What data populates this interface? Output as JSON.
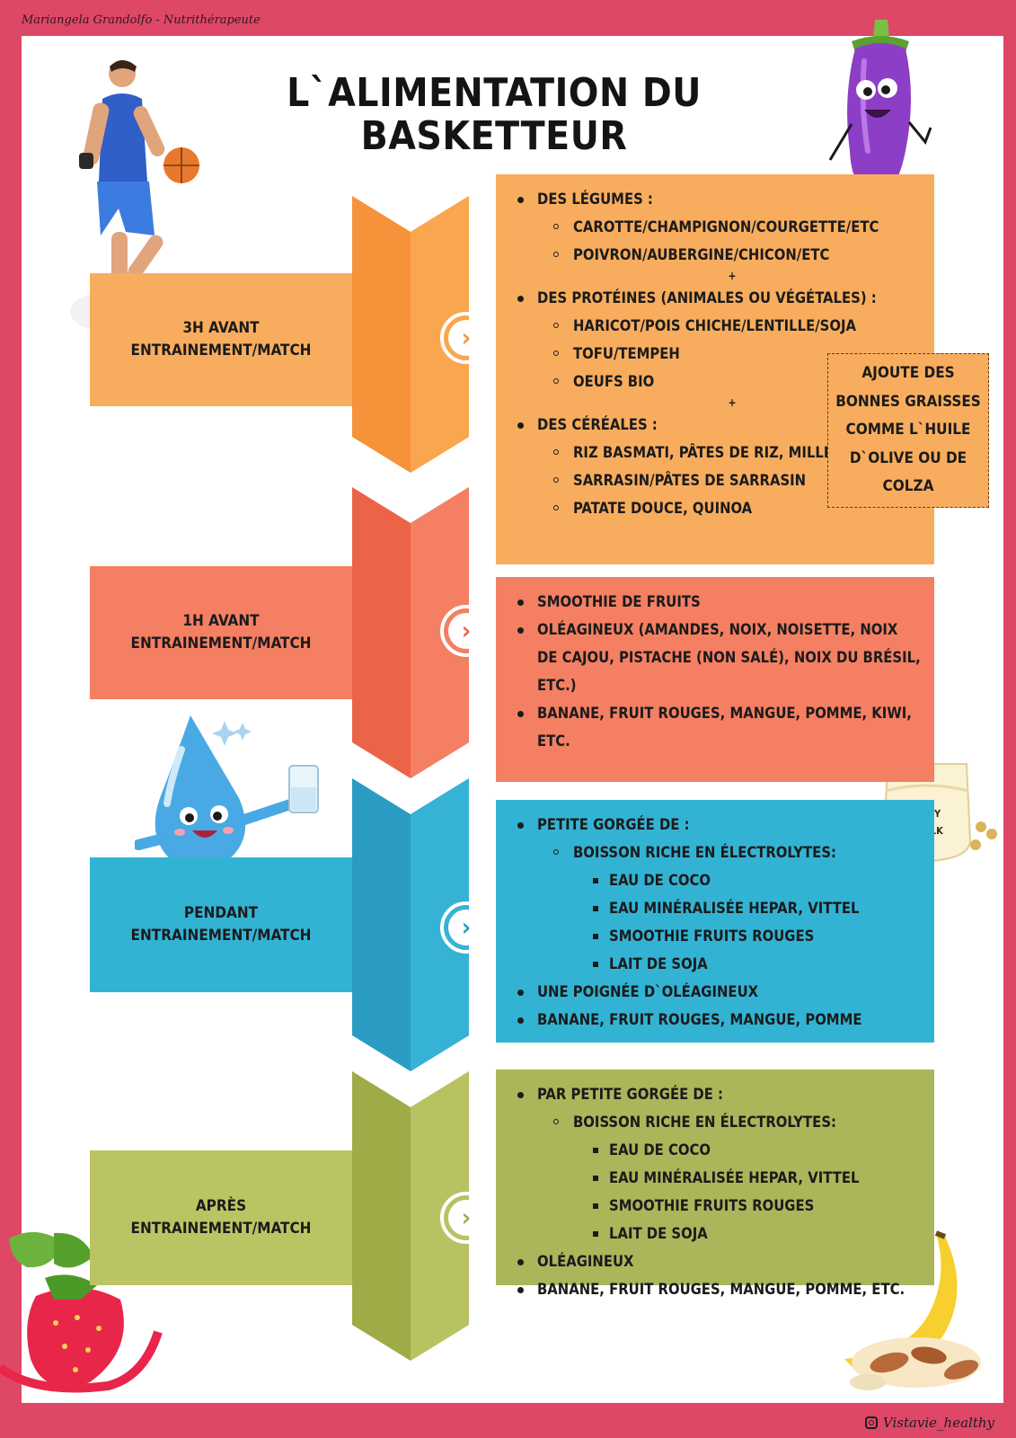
{
  "author": "Mariangela Grandolfo - Nutrithérapeute",
  "instagram": "Vistavie_healthy",
  "title": "L`ALIMENTATION DU BASKETTEUR",
  "tip": {
    "lines": [
      "AJOUTE DES",
      "BONNES GRAISSES",
      "COMME L`HUILE",
      "D`OLIVE OU DE",
      "COLZA"
    ]
  },
  "soy_label": [
    "SOY",
    "MILK"
  ],
  "sections": [
    {
      "color": "#f8ad5e",
      "arrow_color": "#f5923a",
      "label": [
        "3H AVANT",
        "ENTRAINEMENT/MATCH"
      ],
      "items": [
        {
          "level": 1,
          "text": "DES LÉGUMES :"
        },
        {
          "level": 2,
          "text": "CAROTTE/CHAMPIGNON/COURGETTE/ETC"
        },
        {
          "level": 2,
          "text": "POIVRON/AUBERGINE/CHICON/ETC"
        },
        {
          "level": 0,
          "text": "+"
        },
        {
          "level": 1,
          "text": "DES PROTÉINES (ANIMALES OU VÉGÉTALES) :"
        },
        {
          "level": 2,
          "text": "HARICOT/POIS CHICHE/LENTILLE/SOJA"
        },
        {
          "level": 2,
          "text": "TOFU/TEMPEH"
        },
        {
          "level": 2,
          "text": "OEUFS BIO"
        },
        {
          "level": 0,
          "text": "+"
        },
        {
          "level": 1,
          "text": "DES CÉRÉALES :"
        },
        {
          "level": 2,
          "text": "RIZ BASMATI, PÂTES DE RIZ, MILLET"
        },
        {
          "level": 2,
          "text": "SARRASIN/PÂTES DE SARRASIN"
        },
        {
          "level": 2,
          "text": "PATATE DOUCE,  QUINOA"
        }
      ]
    },
    {
      "color": "#f47f63",
      "arrow_color": "#ec6448",
      "label": [
        "1H AVANT",
        "ENTRAINEMENT/MATCH"
      ],
      "items": [
        {
          "level": 1,
          "text": "SMOOTHIE DE FRUITS"
        },
        {
          "level": 1,
          "text": "OLÉAGINEUX (AMANDES, NOIX, NOISETTE, NOIX DE CAJOU, PISTACHE (NON SALÉ), NOIX DU BRÉSIL, ETC.)"
        },
        {
          "level": 1,
          "text": "BANANE, FRUIT ROUGES, MANGUE, POMME, KIWI, ETC."
        }
      ]
    },
    {
      "color": "#33b3d4",
      "arrow_color": "#2a9bc3",
      "label": [
        "PENDANT",
        "ENTRAINEMENT/MATCH"
      ],
      "items": [
        {
          "level": 1,
          "text": "PETITE GORGÉE DE :"
        },
        {
          "level": 2,
          "text": "BOISSON RICHE EN ÉLECTROLYTES:"
        },
        {
          "level": 3,
          "text": "EAU DE COCO"
        },
        {
          "level": 3,
          "text": "EAU MINÉRALISÉE HEPAR, VITTEL"
        },
        {
          "level": 3,
          "text": "SMOOTHIE FRUITS ROUGES"
        },
        {
          "level": 3,
          "text": "LAIT DE SOJA"
        },
        {
          "level": 1,
          "text": "UNE POIGNÉE D`OLÉAGINEUX"
        },
        {
          "level": 1,
          "text": "BANANE, FRUIT ROUGES, MANGUE, POMME"
        }
      ]
    },
    {
      "color": "#abb55a",
      "arrow_color": "#9fab47",
      "label": [
        "APRÈS",
        "ENTRAINEMENT/MATCH"
      ],
      "items": [
        {
          "level": 1,
          "text": "PAR PETITE GORGÉE DE :"
        },
        {
          "level": 2,
          "text": "BOISSON RICHE EN ÉLECTROLYTES:"
        },
        {
          "level": 3,
          "text": "EAU DE COCO"
        },
        {
          "level": 3,
          "text": "EAU MINÉRALISÉE HEPAR, VITTEL"
        },
        {
          "level": 3,
          "text": "SMOOTHIE FRUITS ROUGES"
        },
        {
          "level": 3,
          "text": "LAIT DE SOJA"
        },
        {
          "level": 1,
          "text": "OLÉAGINEUX"
        },
        {
          "level": 1,
          "text": "BANANE, FRUIT ROUGES, MANGUE, POMME, ETC."
        }
      ]
    }
  ]
}
